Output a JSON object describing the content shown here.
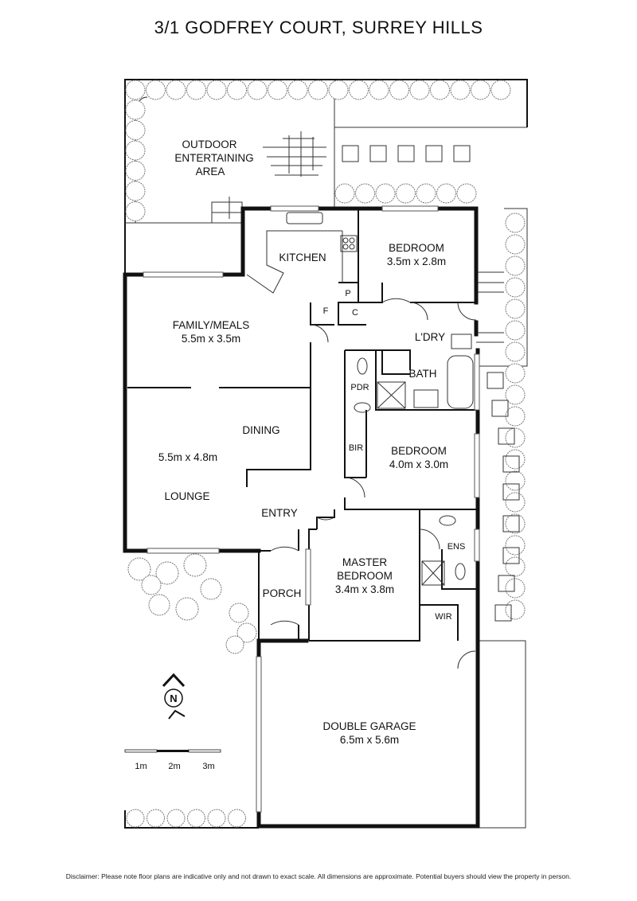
{
  "title": "3/1 GODFREY COURT, SURREY HILLS",
  "rooms": {
    "outdoor": [
      "OUTDOOR",
      "ENTERTAINING",
      "AREA"
    ],
    "kitchen": "KITCHEN",
    "bedroom1": {
      "name": "BEDROOM",
      "size": "3.5m x 2.8m"
    },
    "pantry": "P",
    "fridge": "F",
    "cupboard": "C",
    "family": {
      "name": "FAMILY/MEALS",
      "size": "5.5m x 3.5m"
    },
    "laundry": "L'DRY",
    "bath": "BATH",
    "powder": "PDR",
    "dining": "DINING",
    "lounge": {
      "name": "LOUNGE",
      "size": "5.5m x 4.8m"
    },
    "bir": "BIR",
    "bedroom2": {
      "name": "BEDROOM",
      "size": "4.0m x 3.0m"
    },
    "entry": "ENTRY",
    "ensuite": "ENS",
    "master": {
      "name": [
        "MASTER",
        "BEDROOM"
      ],
      "size": "3.4m x 3.8m"
    },
    "porch": "PORCH",
    "wir": "WIR",
    "garage": {
      "name": "DOUBLE GARAGE",
      "size": "6.5m x 5.6m"
    }
  },
  "compass": "N",
  "scale": [
    "1m",
    "2m",
    "3m"
  ],
  "disclaimer": "Disclaimer: Please note floor plans are indicative only and not drawn to exact scale. All dimensions are approximate. Potential buyers should view the property in person."
}
